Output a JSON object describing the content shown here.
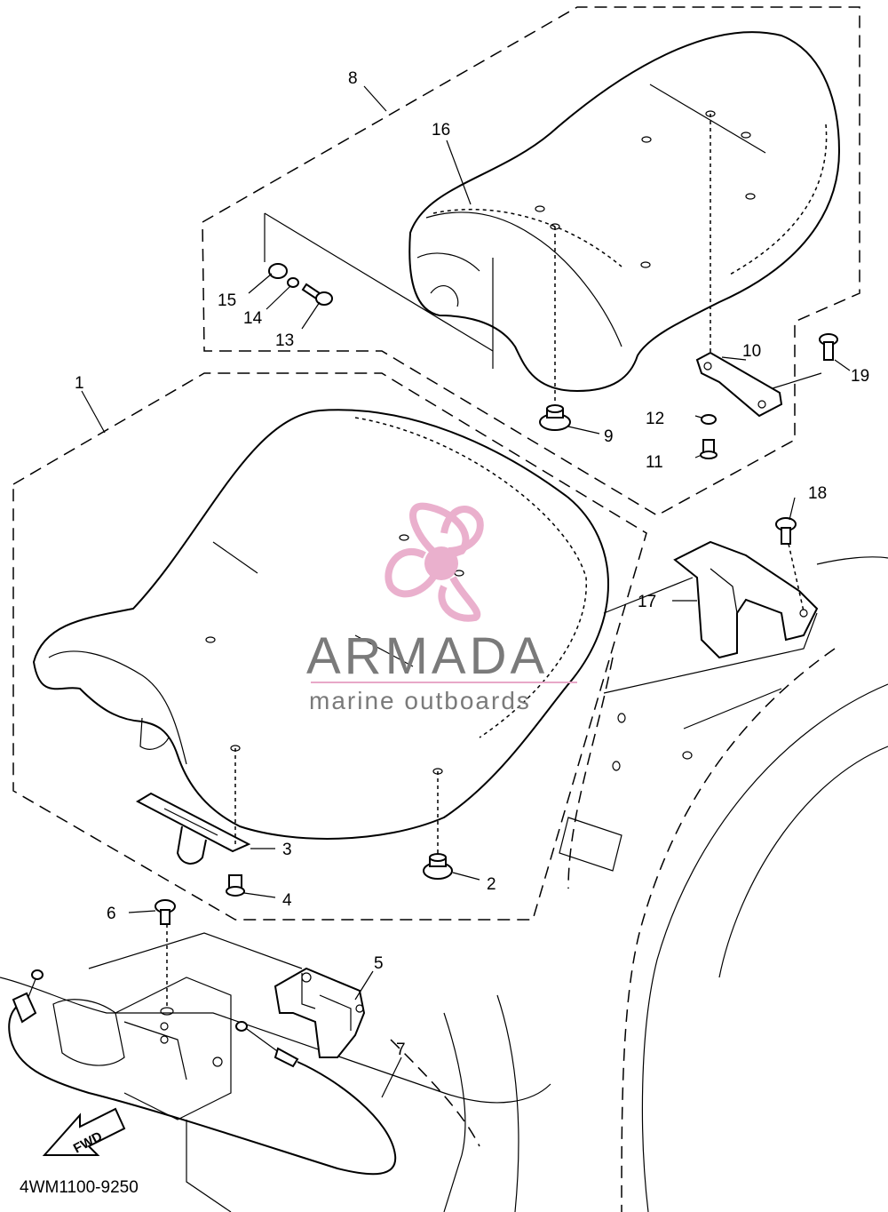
{
  "diagram": {
    "callouts": {
      "c1": "1",
      "c2": "2",
      "c3": "3",
      "c4": "4",
      "c5": "5",
      "c6": "6",
      "c7": "7",
      "c8": "8",
      "c9": "9",
      "c10": "10",
      "c11": "11",
      "c12": "12",
      "c13": "13",
      "c14": "14",
      "c15": "15",
      "c16": "16",
      "c17": "17",
      "c18": "18",
      "c19": "19"
    },
    "diagram_code": "4WM1100-9250",
    "fwd_label": "FWD"
  },
  "watermark": {
    "brand": "ARMADA",
    "tagline": "marine outboards",
    "logo_color": "#e8a8c8",
    "text_color": "#7a7a7a"
  }
}
